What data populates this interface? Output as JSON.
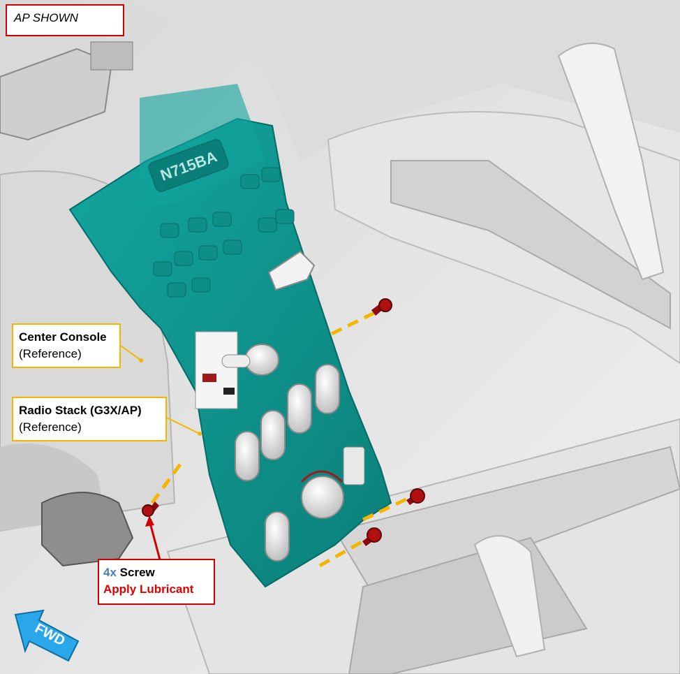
{
  "view_label": "AP SHOWN",
  "panel_placard": "N715BA",
  "callouts": {
    "center_console": {
      "title": "Center Console",
      "note": "(Reference)"
    },
    "radio_stack": {
      "title": "Radio Stack (G3X/AP)",
      "note": "(Reference)"
    },
    "screw": {
      "qty": "4x",
      "name": "Screw",
      "instruction": "Apply Lubricant"
    }
  },
  "direction_arrow": "FWD",
  "colors": {
    "panel": "#0f9a93",
    "callout_border": "#f2b600",
    "screw": "#b01010",
    "leader_dash": "#f2b600",
    "warning_text": "#e00000",
    "qty_text": "#4a7fb5"
  },
  "icons": [
    "screw-icon",
    "fwd-arrow-icon"
  ]
}
